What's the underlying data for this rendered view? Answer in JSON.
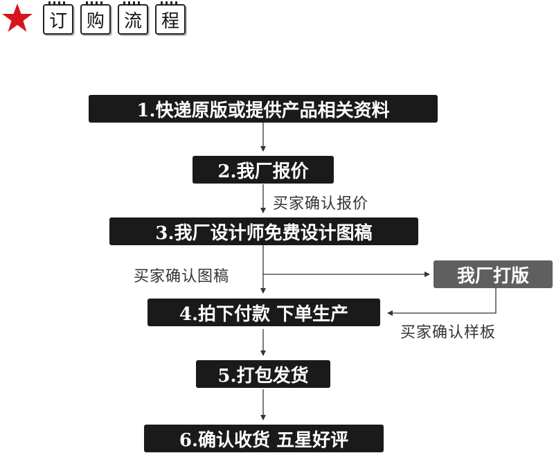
{
  "header": {
    "star_icon": "star-icon",
    "star_color": "#d8141c",
    "title_chars": [
      "订",
      "购",
      "流",
      "程"
    ]
  },
  "steps": [
    {
      "label": "1.快递原版或提供产品相关资料"
    },
    {
      "label": "2.我厂报价"
    },
    {
      "label": "3.我厂设计师免费设计图稿"
    },
    {
      "label": "4.拍下付款 下单生产"
    },
    {
      "label": "5.打包发货"
    },
    {
      "label": "6.确认收货 五星好评"
    }
  ],
  "side_step": {
    "label": "我厂打版"
  },
  "notes": {
    "confirm_quote": "买家确认报价",
    "confirm_draft": "买家确认图稿",
    "confirm_sample": "买家确认样板"
  }
}
